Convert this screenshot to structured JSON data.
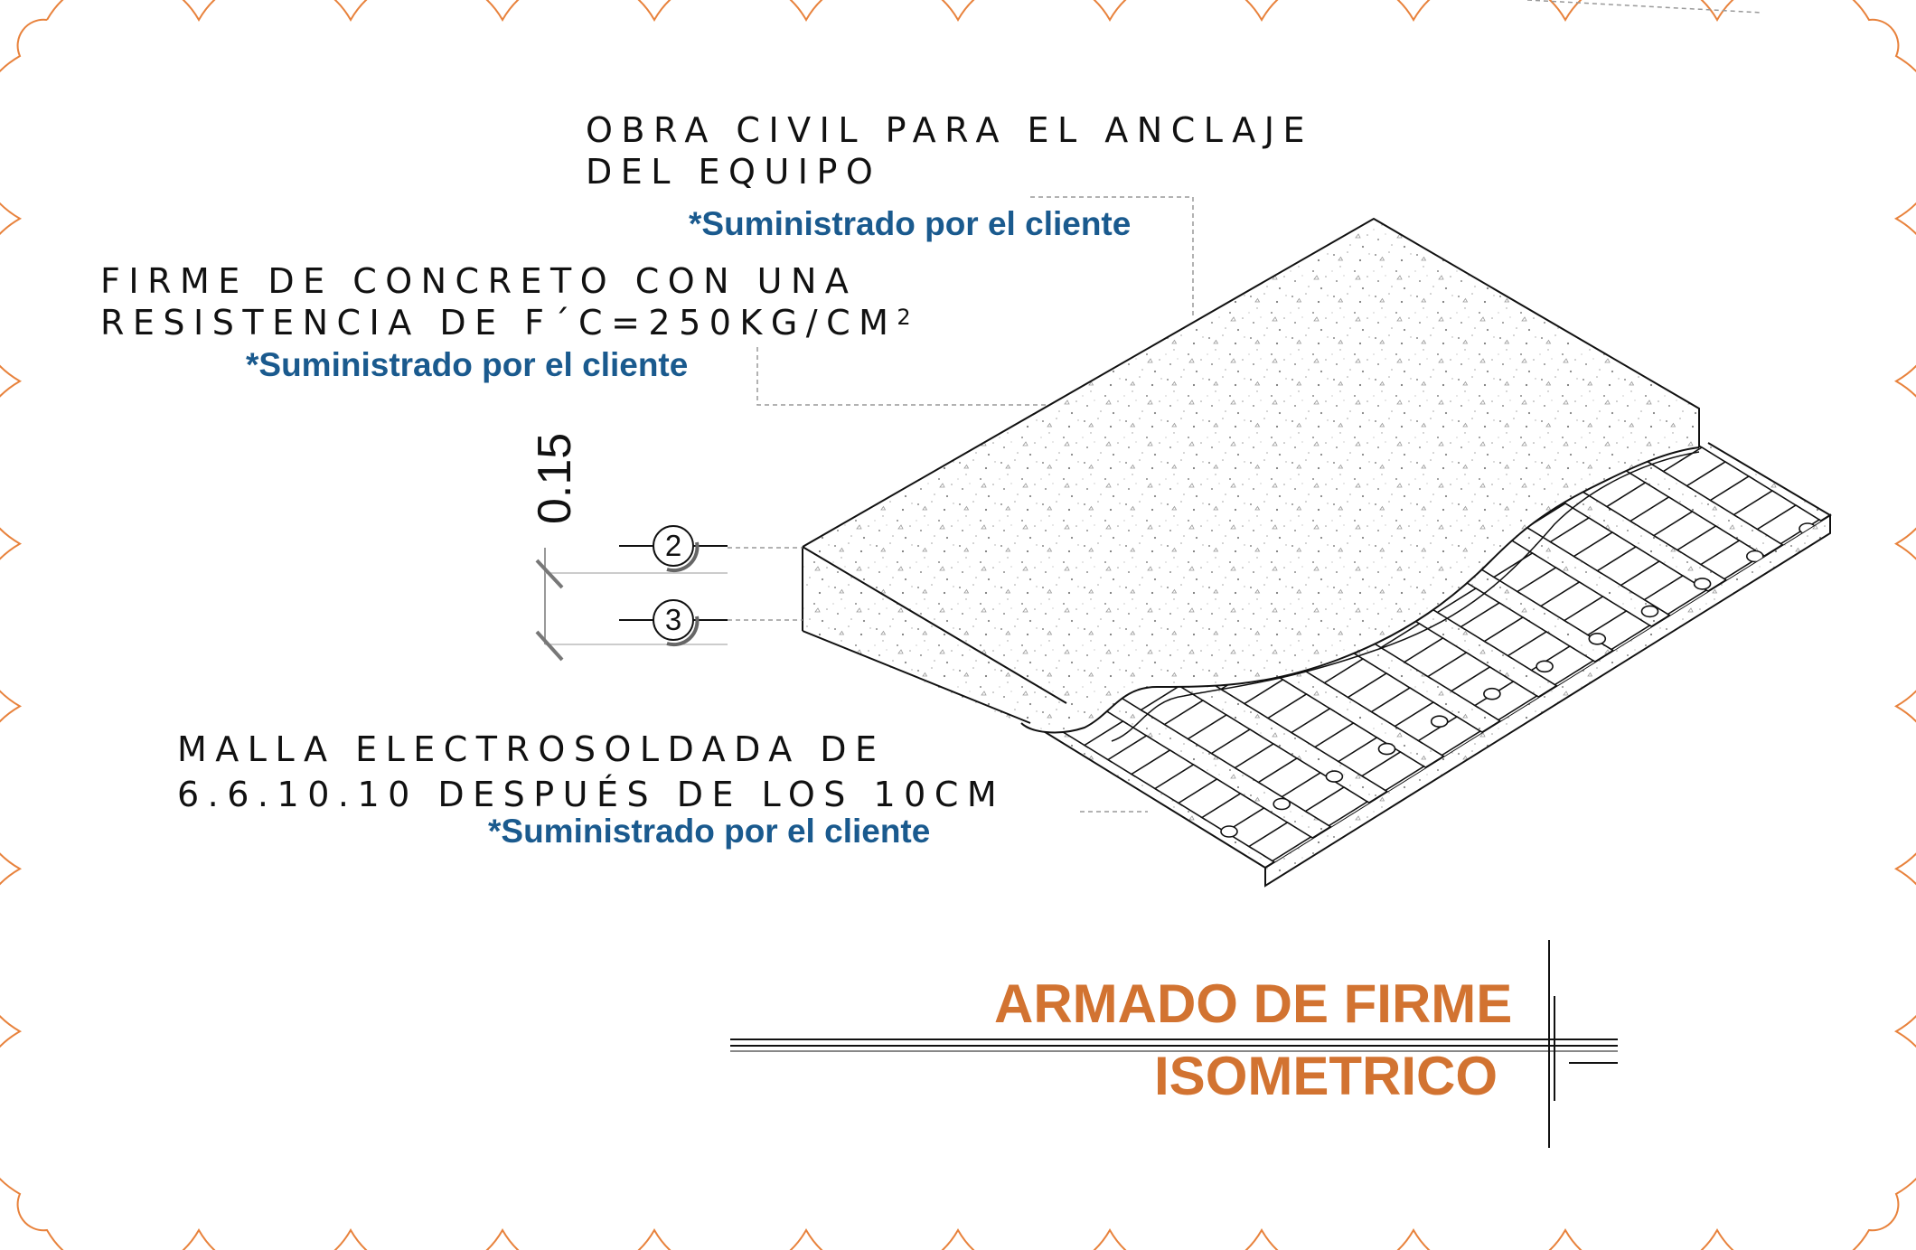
{
  "notes": {
    "anchor": {
      "line1": "OBRA CIVIL PARA EL ANCLAJE",
      "line2": "DEL EQUIPO",
      "supplied": "*Suministrado por el cliente"
    },
    "slab": {
      "line1": "FIRME DE CONCRETO CON UNA",
      "line2": "RESISTENCIA DE F´C=250KG/CM",
      "sup": "2",
      "supplied": "*Suministrado por el cliente"
    },
    "mesh": {
      "line1": "MALLA ELECTROSOLDADA DE",
      "line2": "6.6.10.10 DESPUÉS DE LOS 10CM",
      "supplied": "*Suministrado por el cliente"
    }
  },
  "dimension": {
    "value": "0.15"
  },
  "callouts": [
    {
      "number": "2"
    },
    {
      "number": "3"
    }
  ],
  "title": {
    "main": "ARMADO DE FIRME",
    "sub": "ISOMETRICO"
  },
  "colors": {
    "cloud": "#e8823c",
    "title": "#d27331",
    "supplied_note": "#1a5a8e",
    "line": "#111111",
    "leader": "#999999",
    "dim_tick": "#777777"
  }
}
